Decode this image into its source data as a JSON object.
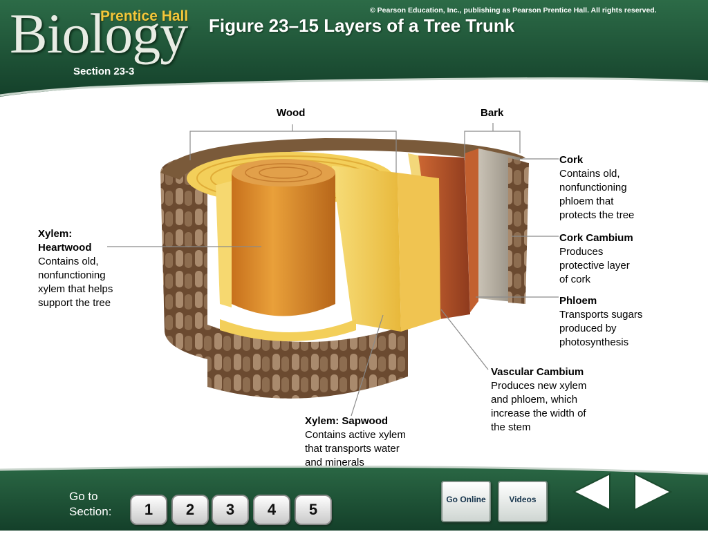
{
  "header": {
    "logo_main": "Biology",
    "logo_brand": "Prentice Hall",
    "copyright": "© Pearson Education, Inc., publishing as Pearson Prentice Hall. All rights reserved.",
    "title": "Figure 23–15 Layers of a Tree Trunk",
    "section": "Section 23-3"
  },
  "diagram": {
    "group_wood": "Wood",
    "group_bark": "Bark",
    "labels": {
      "cork": {
        "title": "Cork",
        "lines": [
          "Contains old,",
          "nonfunctioning",
          "phloem that",
          "protects the tree"
        ]
      },
      "cork_cambium": {
        "title": "Cork Cambium",
        "lines": [
          "Produces",
          "protective layer",
          "of cork"
        ]
      },
      "phloem": {
        "title": "Phloem",
        "lines": [
          "Transports sugars",
          "produced by",
          "photosynthesis"
        ]
      },
      "vascular_cambium": {
        "title": "Vascular Cambium",
        "lines": [
          "Produces new xylem",
          "and phloem, which",
          "increase the width of",
          "the stem"
        ]
      },
      "heartwood": {
        "title_lines": [
          "Xylem:",
          "Heartwood"
        ],
        "lines": [
          "Contains old,",
          "nonfunctioning",
          "xylem that helps",
          "support the tree"
        ]
      },
      "sapwood": {
        "title": "Xylem: Sapwood",
        "lines": [
          "Contains active xylem",
          "that transports water",
          "and minerals"
        ]
      }
    }
  },
  "footer": {
    "goto_line1": "Go to",
    "goto_line2": "Section:",
    "section_buttons": [
      "1",
      "2",
      "3",
      "4",
      "5"
    ],
    "go_online": "Go Online",
    "videos": "Videos",
    "prev_icon": "left-arrow-icon",
    "next_icon": "right-arrow-icon"
  },
  "colors": {
    "banner_green": "#1f5a38",
    "banner_dark": "#12391f",
    "title_text": "#ffffff",
    "brand_gold": "#f2c63a",
    "heartwood": "#d98a2a",
    "sapwood": "#f2c84a",
    "phloem": "#b8542a",
    "cork": "#a9a39a"
  }
}
